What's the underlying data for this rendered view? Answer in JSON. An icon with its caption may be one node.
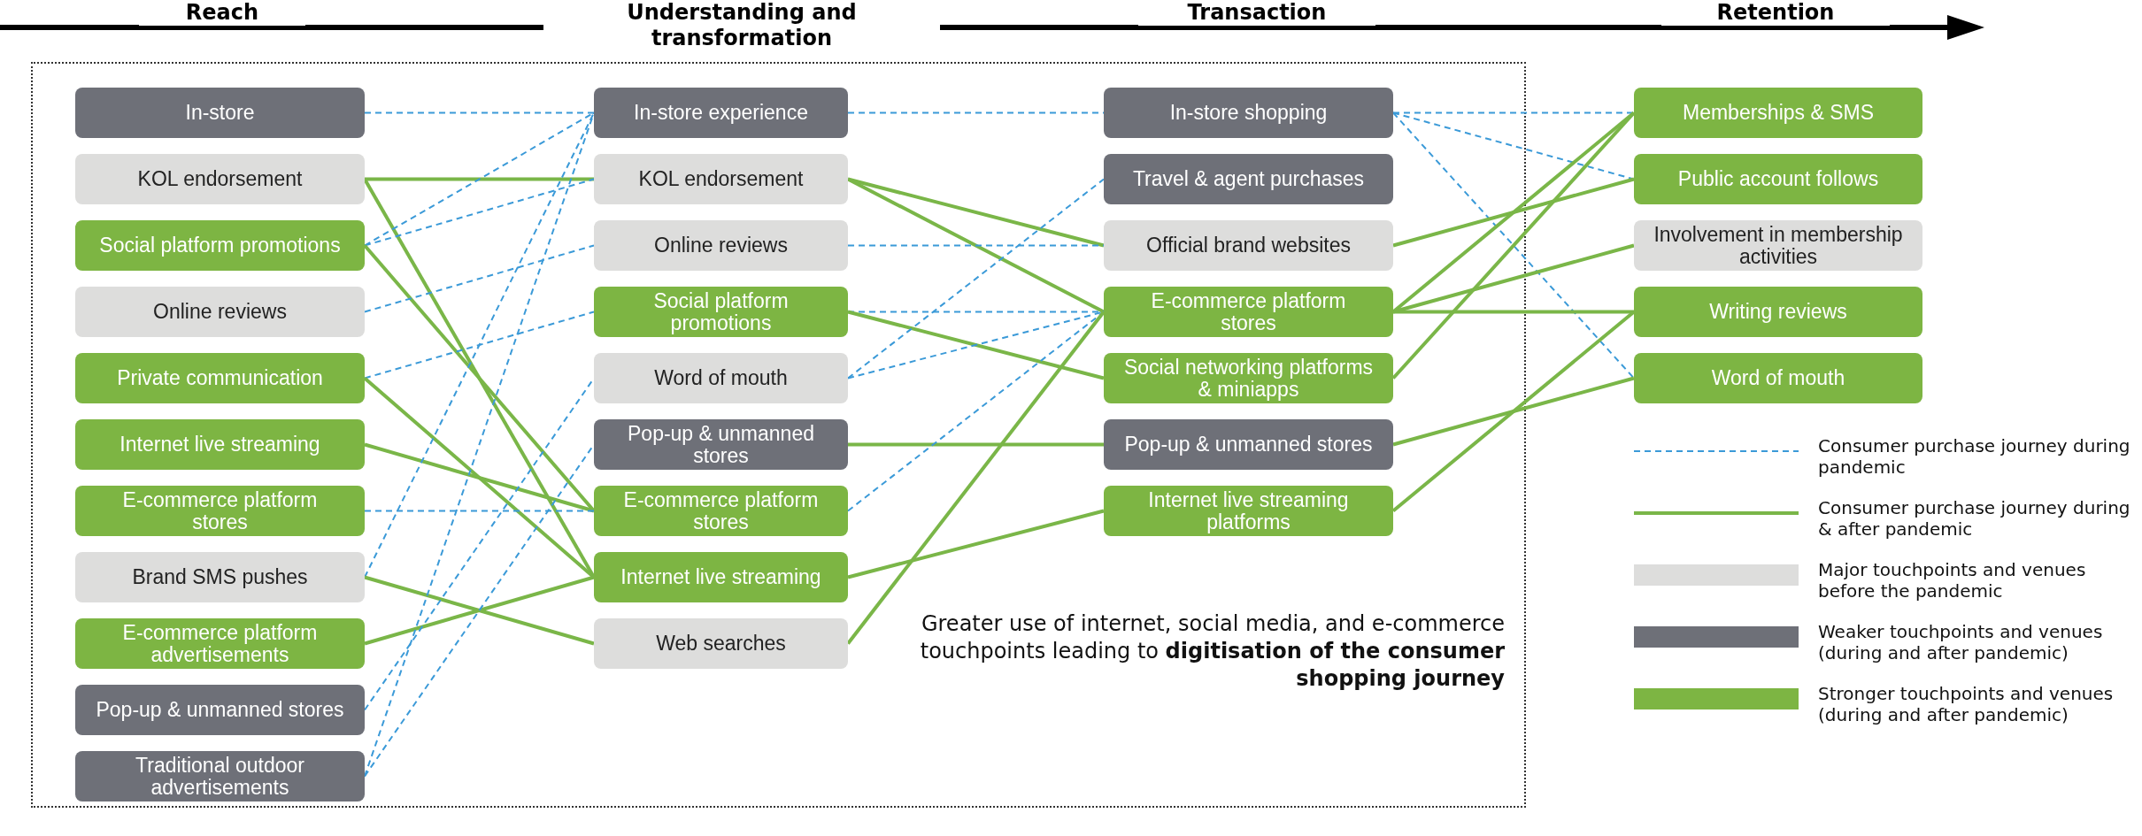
{
  "diagram": {
    "nodes": [
      {
        "text": [
          "In-store"
        ]
      },
      {
        "text": [
          "KOL endorsement"
        ]
      },
      {
        "text": [
          "Social platform promotions"
        ]
      },
      {
        "text": [
          "Online reviews"
        ]
      },
      {
        "text": [
          "Private communication"
        ]
      },
      {
        "text": [
          "Internet live streaming"
        ]
      },
      {
        "text": [
          "E-commerce platform stores"
        ]
      },
      {
        "text": [
          "Brand SMS pushes"
        ]
      },
      {
        "text": [
          "E-commerce platform advertisements"
        ]
      },
      {
        "text": [
          "Pop-up & unmanned stores"
        ]
      },
      {
        "text": [
          "Traditional outdoor advertisements"
        ]
      },
      {
        "text": [
          "In-store experience"
        ]
      },
      {
        "text": [
          "KOL endorsement"
        ]
      },
      {
        "text": [
          "Online reviews"
        ]
      },
      {
        "text": [
          "Social platform promotions"
        ]
      },
      {
        "text": [
          "Word of mouth"
        ]
      },
      {
        "text": [
          "Pop-up & unmanned stores"
        ]
      },
      {
        "text": [
          "E-commerce platform stores"
        ]
      },
      {
        "text": [
          "Internet live streaming"
        ]
      },
      {
        "text": [
          "Web searches"
        ]
      },
      {
        "text": [
          "In-store shopping"
        ]
      },
      {
        "text": [
          "Travel & agent purchases"
        ]
      },
      {
        "text": [
          "Official brand websites"
        ]
      },
      {
        "text": [
          "E-commerce platform stores"
        ]
      },
      {
        "text": [
          "Social networking platforms & miniapps"
        ]
      },
      {
        "text": [
          "Pop-up & unmanned stores"
        ]
      },
      {
        "text": [
          "Internet live streaming platforms"
        ]
      },
      {
        "text": [
          "Memberships & SMS"
        ]
      },
      {
        "text": [
          "Public account follows"
        ]
      },
      {
        "text": [
          "Involvement in membership activities"
        ]
      },
      {
        "text": [
          "Writing reviews"
        ]
      },
      {
        "text": [
          "Word of mouth"
        ]
      }
    ],
    "edges": [
      {
        "from": 0,
        "to": 11,
        "arrow": "none",
        "style": "dashed",
        "color": "#3b9ad8"
      },
      {
        "from": 1,
        "to": 12,
        "arrow": "none"
      },
      {
        "from": 1,
        "to": 18,
        "arrow": "none"
      },
      {
        "from": 2,
        "to": 11,
        "arrow": "none",
        "style": "dashed",
        "color": "#3b9ad8"
      },
      {
        "from": 2,
        "to": 12,
        "arrow": "none",
        "style": "dashed",
        "color": "#3b9ad8"
      },
      {
        "from": 2,
        "to": 17,
        "arrow": "none"
      },
      {
        "from": 3,
        "to": 13,
        "arrow": "none",
        "style": "dashed",
        "color": "#3b9ad8"
      },
      {
        "from": 4,
        "to": 14,
        "arrow": "none",
        "style": "dashed",
        "color": "#3b9ad8"
      },
      {
        "from": 4,
        "to": 18,
        "arrow": "none"
      },
      {
        "from": 5,
        "to": 17,
        "arrow": "none"
      },
      {
        "from": 6,
        "to": 17,
        "arrow": "none",
        "style": "dashed",
        "color": "#3b9ad8"
      },
      {
        "from": 7,
        "to": 11,
        "arrow": "none",
        "style": "dashed",
        "color": "#3b9ad8"
      },
      {
        "from": 7,
        "to": 19,
        "arrow": "none"
      },
      {
        "from": 8,
        "to": 18,
        "arrow": "none"
      },
      {
        "from": 9,
        "to": 15,
        "arrow": "none",
        "style": "dashed",
        "color": "#3b9ad8"
      },
      {
        "from": 10,
        "to": 16,
        "arrow": "none",
        "style": "dashed",
        "color": "#3b9ad8"
      },
      {
        "from": 10,
        "to": 11,
        "arrow": "none",
        "style": "dashed",
        "color": "#3b9ad8"
      },
      {
        "from": 11,
        "to": 20,
        "arrow": "none",
        "style": "dashed",
        "color": "#3b9ad8"
      },
      {
        "from": 12,
        "to": 22,
        "arrow": "none"
      },
      {
        "from": 12,
        "to": 23,
        "arrow": "none"
      },
      {
        "from": 13,
        "to": 22,
        "arrow": "none",
        "style": "dashed",
        "color": "#3b9ad8"
      },
      {
        "from": 14,
        "to": 23,
        "arrow": "none",
        "style": "dashed",
        "color": "#3b9ad8"
      },
      {
        "from": 14,
        "to": 24,
        "arrow": "none"
      },
      {
        "from": 15,
        "to": 21,
        "arrow": "none",
        "style": "dashed",
        "color": "#3b9ad8"
      },
      {
        "from": 15,
        "to": 23,
        "arrow": "none",
        "style": "dashed",
        "color": "#3b9ad8"
      },
      {
        "from": 16,
        "to": 25,
        "arrow": "none"
      },
      {
        "from": 17,
        "to": 23,
        "arrow": "none",
        "style": "dashed",
        "color": "#3b9ad8"
      },
      {
        "from": 18,
        "to": 26,
        "arrow": "none"
      },
      {
        "from": 19,
        "to": 23,
        "arrow": "none"
      },
      {
        "from": 20,
        "to": 27,
        "arrow": "none",
        "style": "dashed",
        "color": "#3b9ad8"
      },
      {
        "from": 20,
        "to": 28,
        "arrow": "none",
        "style": "dashed",
        "color": "#3b9ad8"
      },
      {
        "from": 20,
        "to": 31,
        "arrow": "none",
        "style": "dashed",
        "color": "#3b9ad8"
      },
      {
        "from": 22,
        "to": 28,
        "arrow": "none"
      },
      {
        "from": 23,
        "to": 27,
        "arrow": "none"
      },
      {
        "from": 23,
        "to": 29,
        "arrow": "none"
      },
      {
        "from": 23,
        "to": 30,
        "arrow": "none"
      },
      {
        "from": 24,
        "to": 27,
        "arrow": "none"
      },
      {
        "from": 25,
        "to": 31,
        "arrow": "none"
      },
      {
        "from": 26,
        "to": 30,
        "arrow": "none"
      }
    ],
    "labels": [
      "Reach",
      "Understanding and transformation",
      "Transaction",
      "Retention",
      "Greater use of internet, social media, and e-commerce touchpoints leading to **digitisation of the consumer shopping journey**"
    ],
    "legend": [
      {
        "text": "Consumer purchase journey during pandemic"
      },
      {
        "text": "Consumer purchase journey during & after pandemic"
      },
      {
        "text": "Major touchpoints and venues before the pandemic",
        "color": "#dddddc"
      },
      {
        "text": "Weaker touchpoints and venues (during and after pandemic)",
        "color": "#6e7078"
      },
      {
        "text": "Stronger touchpoints and venues (during and after pandemic)",
        "color": "#7db543"
      }
    ]
  }
}
